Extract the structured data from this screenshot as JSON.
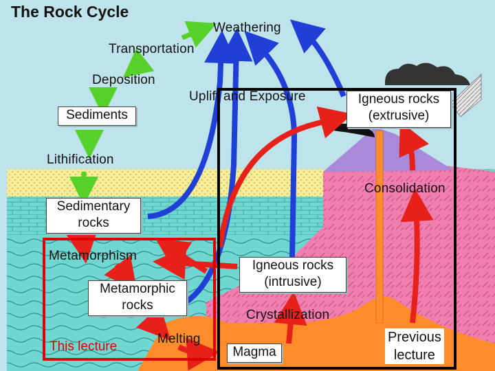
{
  "diagram": {
    "title": "The Rock Cycle",
    "processes": {
      "weathering": "Weathering",
      "transportation": "Transportation",
      "deposition": "Deposition",
      "lithification": "Lithification",
      "uplift": "Uplift and Exposure",
      "metamorphism": "Metamorphism",
      "melting": "Melting",
      "crystallization": "Crystallization",
      "consolidation": "Consolidation"
    },
    "rocks": {
      "sediments": "Sediments",
      "sedimentary_line1": "Sedimentary",
      "sedimentary_line2": "rocks",
      "metamorphic_line1": "Metamorphic",
      "metamorphic_line2": "rocks",
      "igneous_intrusive_line1": "Igneous rocks",
      "igneous_intrusive_line2": "(intrusive)",
      "igneous_extrusive_line1": "Igneous rocks",
      "igneous_extrusive_line2": "(extrusive)",
      "magma": "Magma"
    },
    "annotations": {
      "this_lecture": "This lecture",
      "previous_line1": "Previous",
      "previous_line2": "lecture"
    },
    "colors": {
      "background": "#bfe3eb",
      "sediment_layer": "#f5ec9a",
      "ocean": "#6fd6d0",
      "crust_pink": "#f07fb0",
      "magma_orange": "#ff8c2a",
      "volcano_purple": "#a98ad8",
      "arrow_blue": "#1f3fd6",
      "arrow_red": "#e8201a",
      "arrow_green": "#55d12a",
      "lecture_red": "#e00000"
    }
  }
}
